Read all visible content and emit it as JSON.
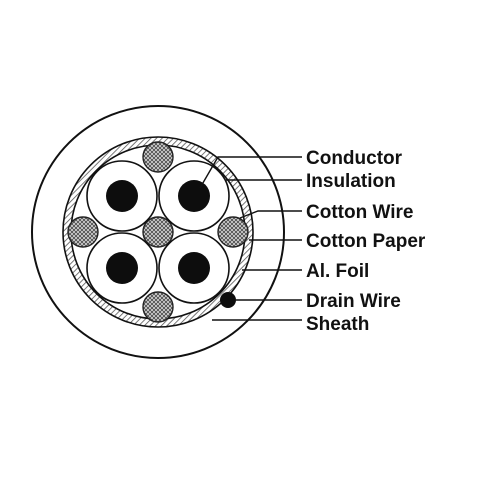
{
  "diagram": {
    "labels": {
      "conductor": "Conductor",
      "insulation": "Insulation",
      "cotton_wire": "Cotton Wire",
      "cotton_paper": "Cotton Paper",
      "al_foil": "Al. Foil",
      "drain_wire": "Drain Wire",
      "sheath": "Sheath"
    }
  }
}
